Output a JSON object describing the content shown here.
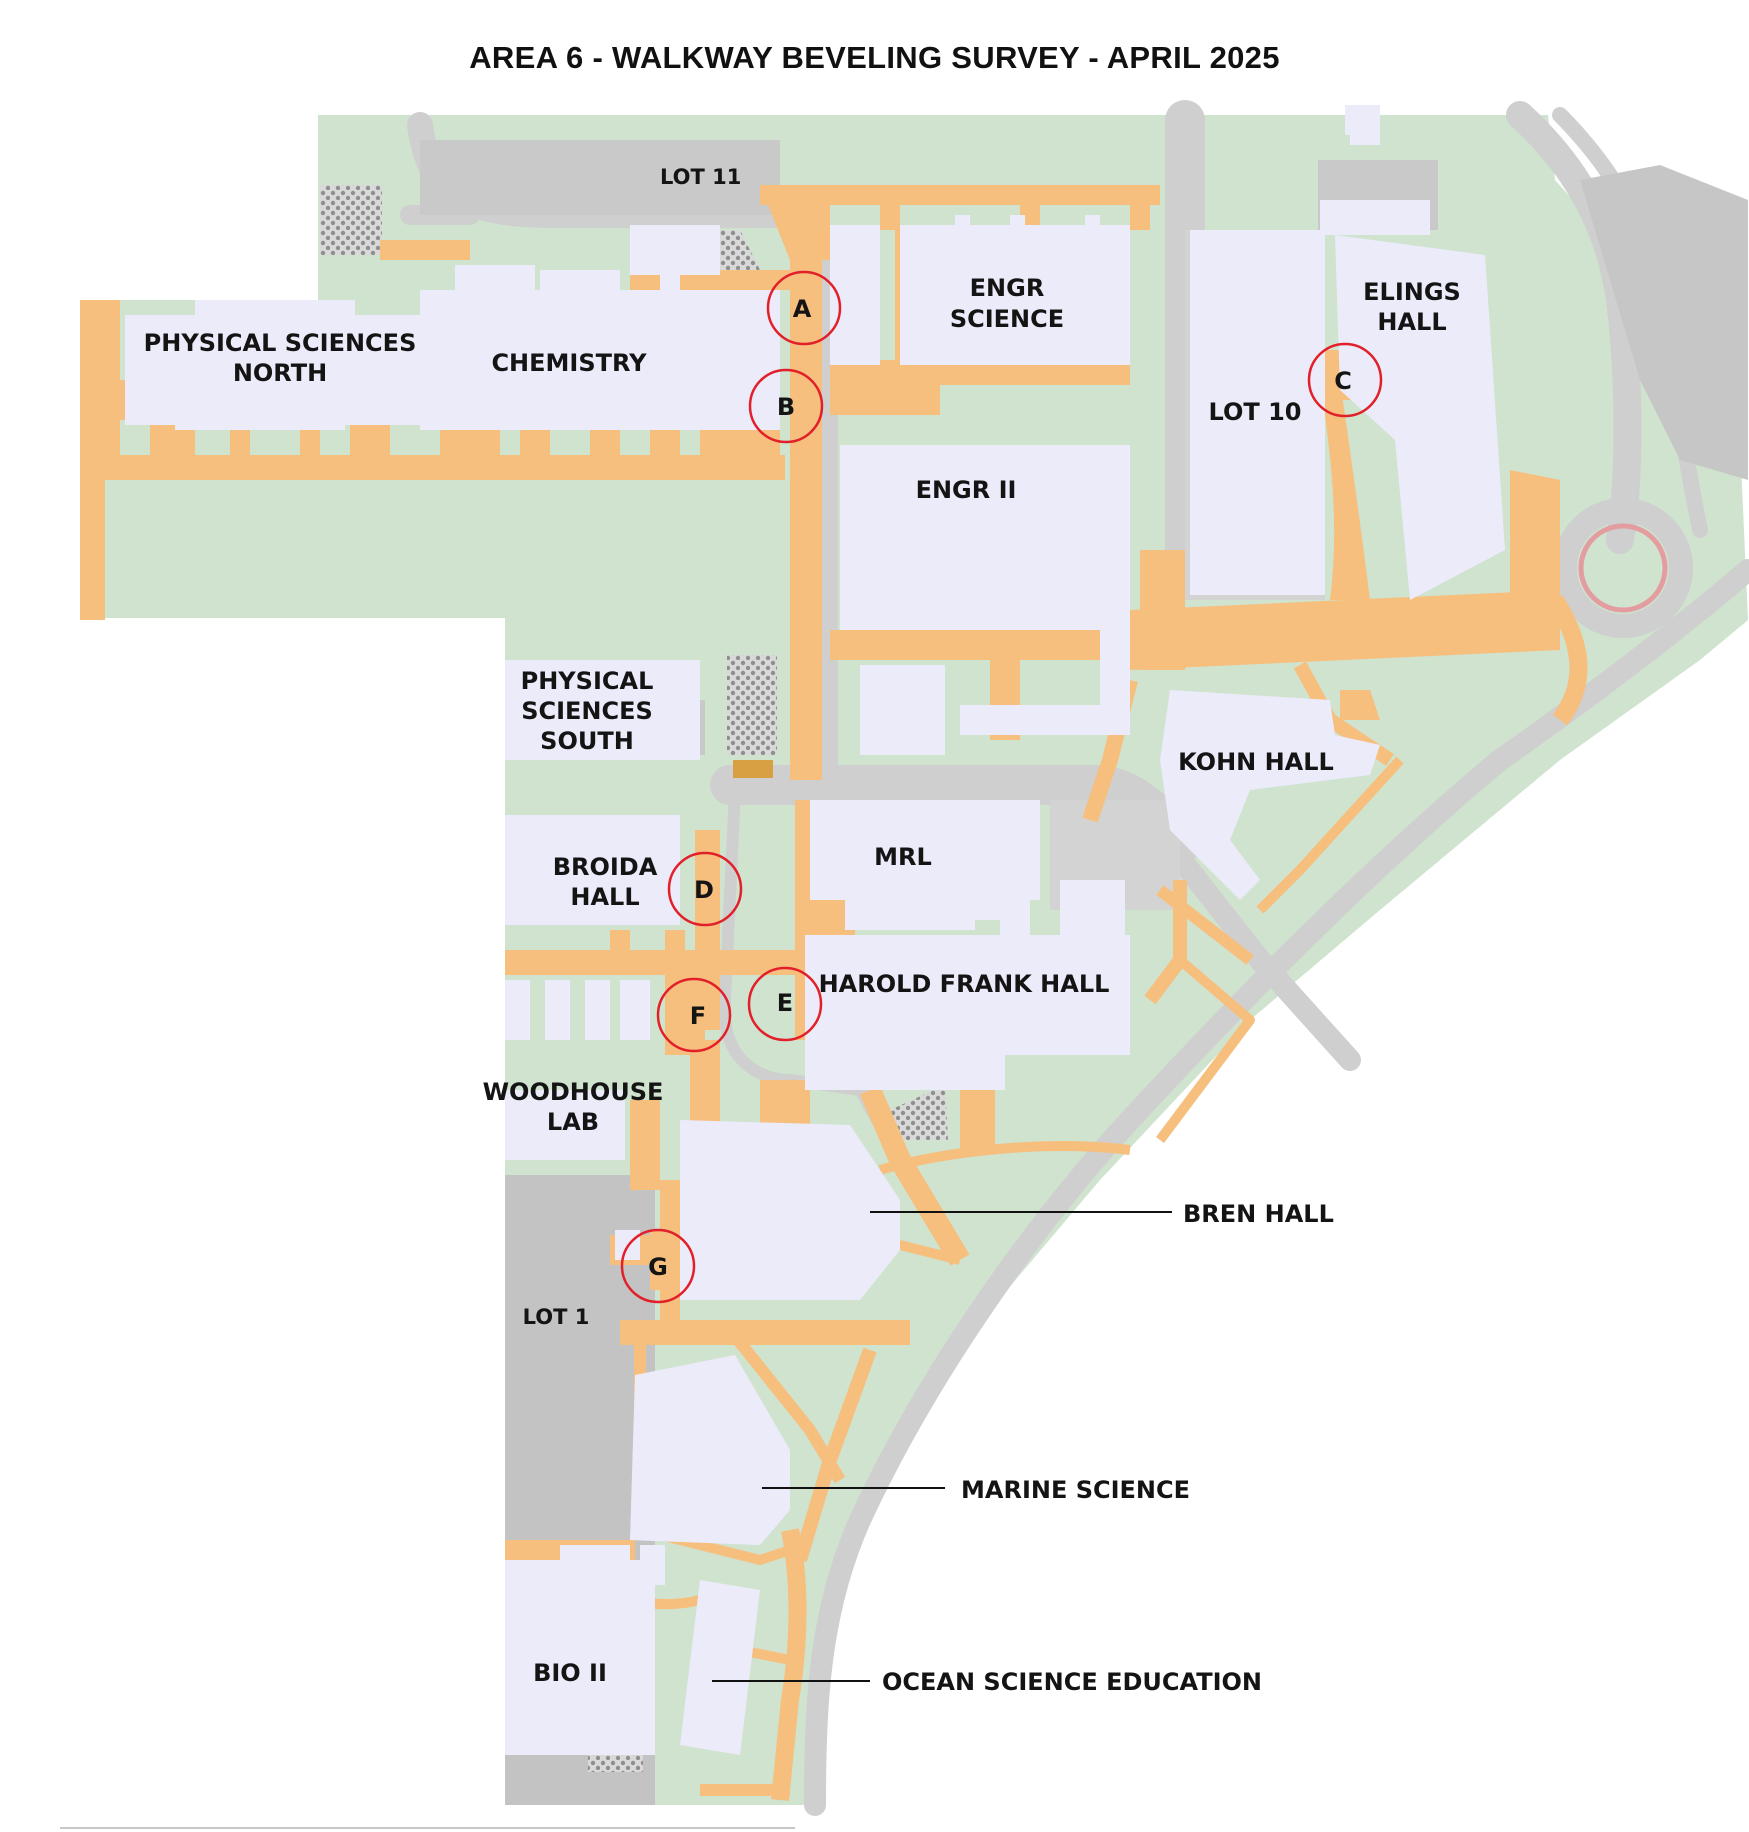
{
  "title": "AREA 6 - WALKWAY BEVELING  SURVEY - APRIL 2025",
  "colors": {
    "grass": "#cfe3cf",
    "building": "#ecebfa",
    "walkway": "#f6bf7e",
    "road": "#d0d0d0",
    "parking": "#c9c9c9",
    "marker": "#e2202a"
  },
  "labels": {
    "lot11": "LOT 11",
    "engr_science_1": "ENGR",
    "engr_science_2": "SCIENCE",
    "elings_1": "ELINGS",
    "elings_2": "HALL",
    "psn_1": "PHYSICAL SCIENCES",
    "psn_2": "NORTH",
    "chemistry": "CHEMISTRY",
    "lot10": "LOT 10",
    "engr2": "ENGR II",
    "pss_1": "PHYSICAL",
    "pss_2": "SCIENCES",
    "pss_3": "SOUTH",
    "kohn": "KOHN HALL",
    "mrl": "MRL",
    "broida_1": "BROIDA",
    "broida_2": "HALL",
    "harold_frank": "HAROLD FRANK HALL",
    "woodhouse_1": "WOODHOUSE",
    "woodhouse_2": "LAB",
    "bren": "BREN HALL",
    "lot1": "LOT 1",
    "marine": "MARINE SCIENCE",
    "bio2": "BIO II",
    "ocean": "OCEAN SCIENCE EDUCATION"
  },
  "markers": {
    "a": "A",
    "b": "B",
    "c": "C",
    "d": "D",
    "e": "E",
    "f": "F",
    "g": "G"
  }
}
